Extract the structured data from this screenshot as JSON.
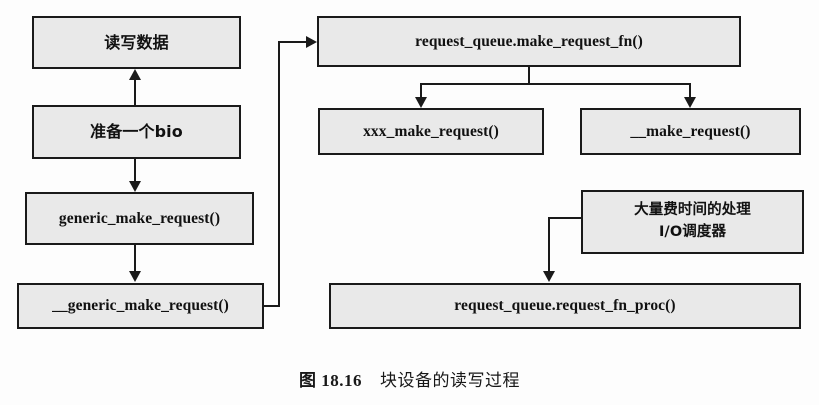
{
  "figure": {
    "caption_label": "图",
    "caption_number": "18.16",
    "caption_title": "块设备的读写过程",
    "background_color": "#fdfdfd",
    "box_fill_color": "#e9e9e9",
    "box_border_color": "#1a1a1a",
    "text_color": "#111111"
  },
  "nodes": {
    "read_write_data": "读写数据",
    "prepare_bio": "准备一个bio",
    "generic_make_request": "generic_make_request()",
    "dunder_generic_make_request": "__generic_make_request()",
    "request_queue_make_request_fn": "request_queue.make_request_fn()",
    "xxx_make_request": "xxx_make_request()",
    "dunder_make_request": "__make_request()",
    "io_scheduler_line1": "大量费时间的处理",
    "io_scheduler_line2": "I/O调度器",
    "request_queue_request_fn_proc": "request_queue.request_fn_proc()"
  },
  "connectors": [
    {
      "name": "prepare-bio-to-read-write-data",
      "direction": "up"
    },
    {
      "name": "prepare-bio-to-generic-make-request",
      "direction": "down"
    },
    {
      "name": "generic-to-dunder-generic",
      "direction": "down"
    },
    {
      "name": "dunder-generic-to-make-request-fn",
      "direction": "right"
    },
    {
      "name": "make-request-fn-to-xxx-make-request",
      "direction": "down"
    },
    {
      "name": "make-request-fn-to-dunder-make-request",
      "direction": "down"
    },
    {
      "name": "io-scheduler-to-request-fn-proc",
      "direction": "down"
    }
  ]
}
